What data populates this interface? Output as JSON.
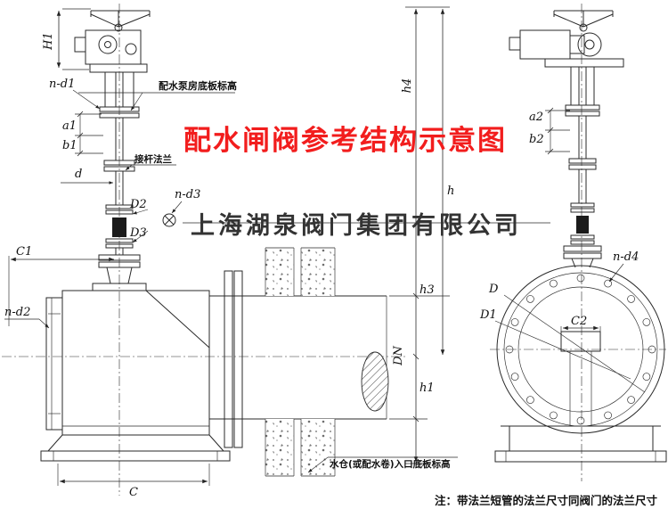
{
  "title": "配水闸阀参考结构示意图",
  "watermark": "上海湖泉阀门集团有限公司",
  "note": "注：带法兰短管的法兰尺寸同阀门的法兰尺寸",
  "labels": {
    "pump_floor": "配水泵房底板标高",
    "rod_flange": "接杆法兰",
    "inlet_floor": "水仓(或配水卷)入口底板标高"
  },
  "dims": {
    "H1": "H1",
    "n-d1": "n-d1",
    "a1": "a1",
    "b1": "b1",
    "d": "d",
    "D2": "D2",
    "n-d3": "n-d3",
    "D3": "D3",
    "C1": "C1",
    "n-d2": "n-d2",
    "C": "C",
    "DN": "DN",
    "h4": "h4",
    "h": "h",
    "h3": "h3",
    "h1": "h1",
    "a2": "a2",
    "b2": "b2",
    "n-d4": "n-d4",
    "D": "D",
    "D1": "D1",
    "C2": "C2"
  },
  "colors": {
    "title": "#f21d1d",
    "watermark": "#333333",
    "line": "#2a2a2a"
  }
}
